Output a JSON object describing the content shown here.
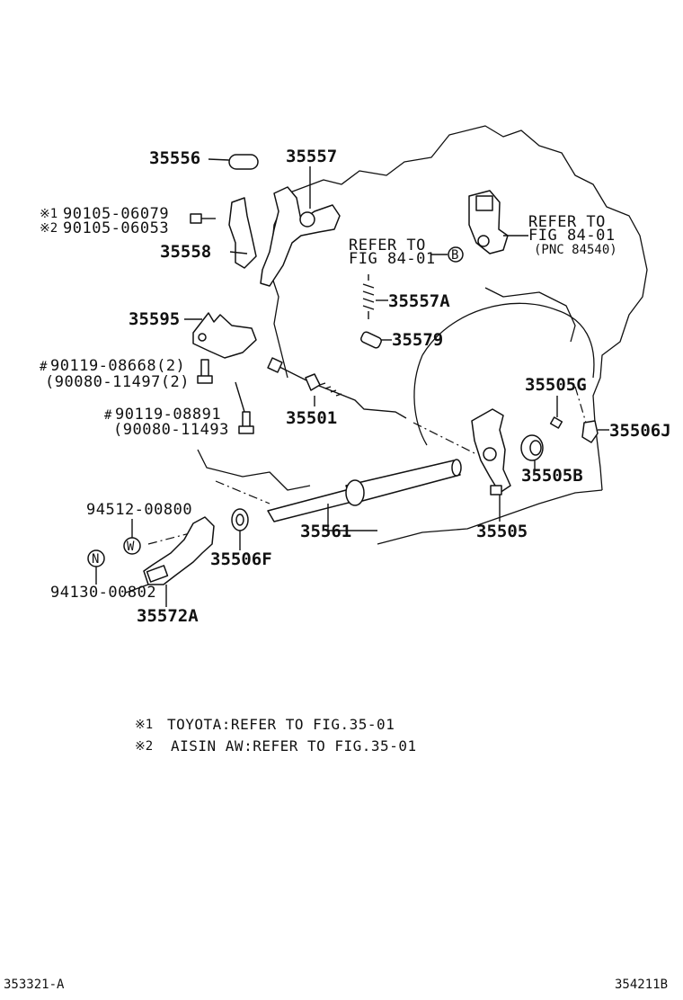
{
  "parts": {
    "p35556": "35556",
    "p35557": "35557",
    "p90105_06079": "90105-06079",
    "p90105_06053": "90105-06053",
    "p35558": "35558",
    "p35595": "35595",
    "p90119_08668": "90119-08668(2)",
    "p90080_11497": "(90080-11497(2)",
    "p90119_08891": "90119-08891",
    "p90080_11493": "(90080-11493",
    "p35557A": "35557A",
    "p35579": "35579",
    "p35501": "35501",
    "p35505G": "35505G",
    "p35506J": "35506J",
    "p35505B": "35505B",
    "p94512_00800": "94512-00800",
    "p35561": "35561",
    "p35505": "35505",
    "p35506F": "35506F",
    "p94130_00802": "94130-00802",
    "p35572A": "35572A"
  },
  "markers": {
    "star1": "※1",
    "star2": "※2",
    "hash": "#",
    "circle_b": "B",
    "circle_w": "W",
    "circle_n": "N"
  },
  "refs": {
    "ref1_line1": "REFER TO",
    "ref1_line2": "FIG 84-01",
    "ref2_line1": "REFER TO",
    "ref2_line2": "FIG 84-01",
    "ref2_line3": "(PNC 84540)"
  },
  "notes": {
    "note1_mark": "※1",
    "note1_text": "TOYOTA:REFER TO FIG.35-01",
    "note2_mark": "※2",
    "note2_text": "AISIN AW:REFER TO FIG.35-01"
  },
  "footer": {
    "left_code": "353321-A",
    "right_code": "354211B"
  }
}
